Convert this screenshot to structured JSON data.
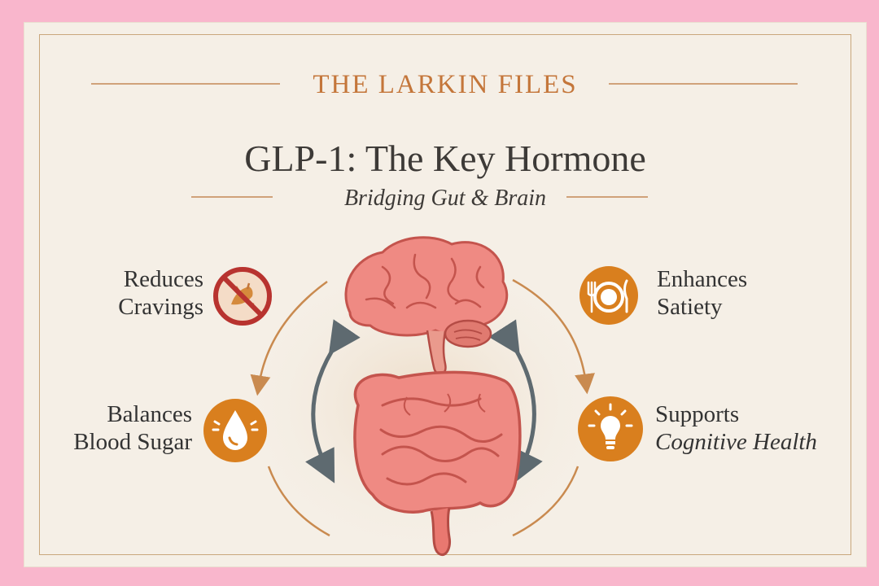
{
  "header": {
    "brand": "THE LARKIN FILES",
    "title": "GLP-1: The Key Hormone",
    "subtitle": "Bridging Gut & Brain"
  },
  "benefits": [
    {
      "line1": "Reduces",
      "line2": "Cravings",
      "icon": "no-craving-icon"
    },
    {
      "line1": "Enhances",
      "line2": "Satiety",
      "icon": "plate-utensils-icon"
    },
    {
      "line1": "Balances",
      "line2": "Blood Sugar",
      "icon": "blood-drop-icon"
    },
    {
      "line1": "Supports",
      "line2": "Cognitive Health",
      "icon": "lightbulb-icon"
    }
  ],
  "colors": {
    "background": "#f9b6cc",
    "card": "#f5efe6",
    "accent": "#c4763a",
    "icon_orange": "#d97f1e",
    "prohibit_red": "#b8332f",
    "text": "#3d3a37",
    "arrow_gray": "#5e6a70",
    "organ_pink": "#ef8a83"
  }
}
